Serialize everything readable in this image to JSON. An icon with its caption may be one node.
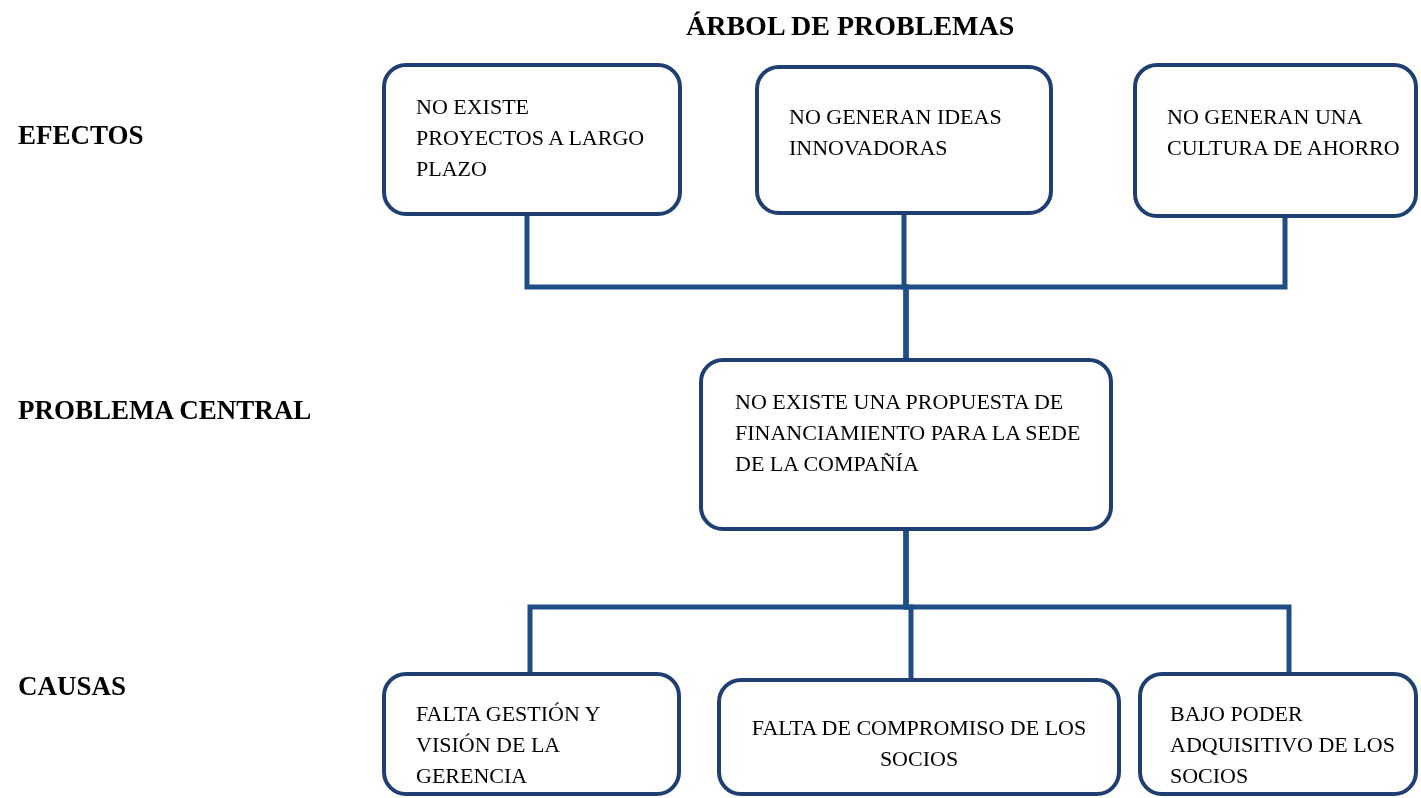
{
  "diagram": {
    "title": "ÁRBOL DE PROBLEMAS",
    "nodes": [
      {
        "text": [
          "NO EXISTE PROYECTOS A LARGO PLAZO"
        ]
      },
      {
        "text": [
          "NO GENERAN IDEAS INNOVADORAS"
        ]
      },
      {
        "text": [
          "NO GENERAN UNA CULTURA DE AHORRO"
        ]
      },
      {
        "text": [
          "NO EXISTE UNA PROPUESTA DE FINANCIAMIENTO PARA LA SEDE DE LA COMPAÑÍA"
        ]
      },
      {
        "text": [
          "FALTA GESTIÓN Y VISIÓN DE LA GERENCIA"
        ]
      },
      {
        "text": [
          "FALTA DE COMPROMISO DE LOS SOCIOS"
        ]
      },
      {
        "text": [
          "BAJO PODER ADQUISITIVO DE LOS SOCIOS"
        ]
      }
    ],
    "edges": [
      {
        "from": 3,
        "to": 0,
        "arrow": "none"
      },
      {
        "from": 3,
        "to": 1,
        "arrow": "none"
      },
      {
        "from": 3,
        "to": 2,
        "arrow": "none"
      },
      {
        "from": 4,
        "to": 3,
        "arrow": "none"
      },
      {
        "from": 5,
        "to": 3,
        "arrow": "none"
      },
      {
        "from": 6,
        "to": 3,
        "arrow": "none"
      }
    ],
    "labels": [
      "EFECTOS",
      "PROBLEMA CENTRAL",
      "CAUSAS"
    ]
  }
}
